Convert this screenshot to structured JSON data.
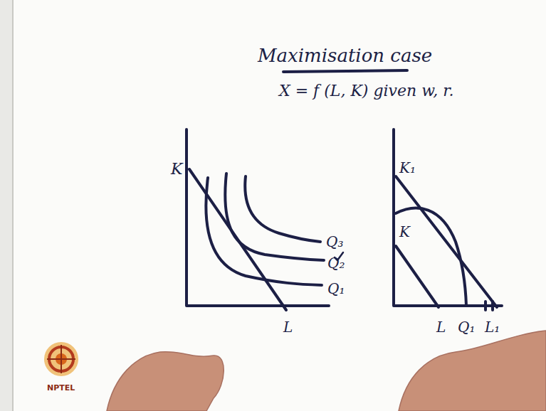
{
  "diagram": {
    "title": "Maximisation case",
    "labels": [
      "X = f (L, K) given w, r.",
      "K",
      "Q₃",
      "Q₂",
      "Q₁",
      "L",
      "K₁",
      "K",
      "L",
      "Q₁",
      "L₁",
      "NPTEL"
    ]
  }
}
